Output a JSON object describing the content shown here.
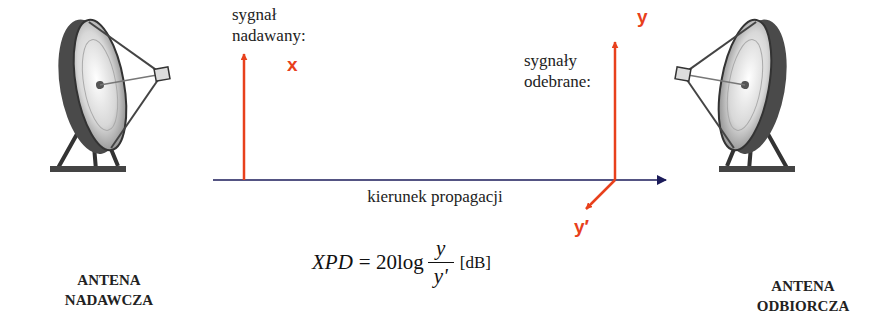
{
  "diagram": {
    "labels": [
      "sygnał nadawany:",
      "x",
      "sygnały odebrane:",
      "y",
      "kierunek propagacji",
      "y′",
      "ANTENA NADAWCZA",
      "XPD",
      "= 20log",
      "y",
      "y'",
      "[dB]",
      "ANTENA ODBIORCZA"
    ]
  }
}
